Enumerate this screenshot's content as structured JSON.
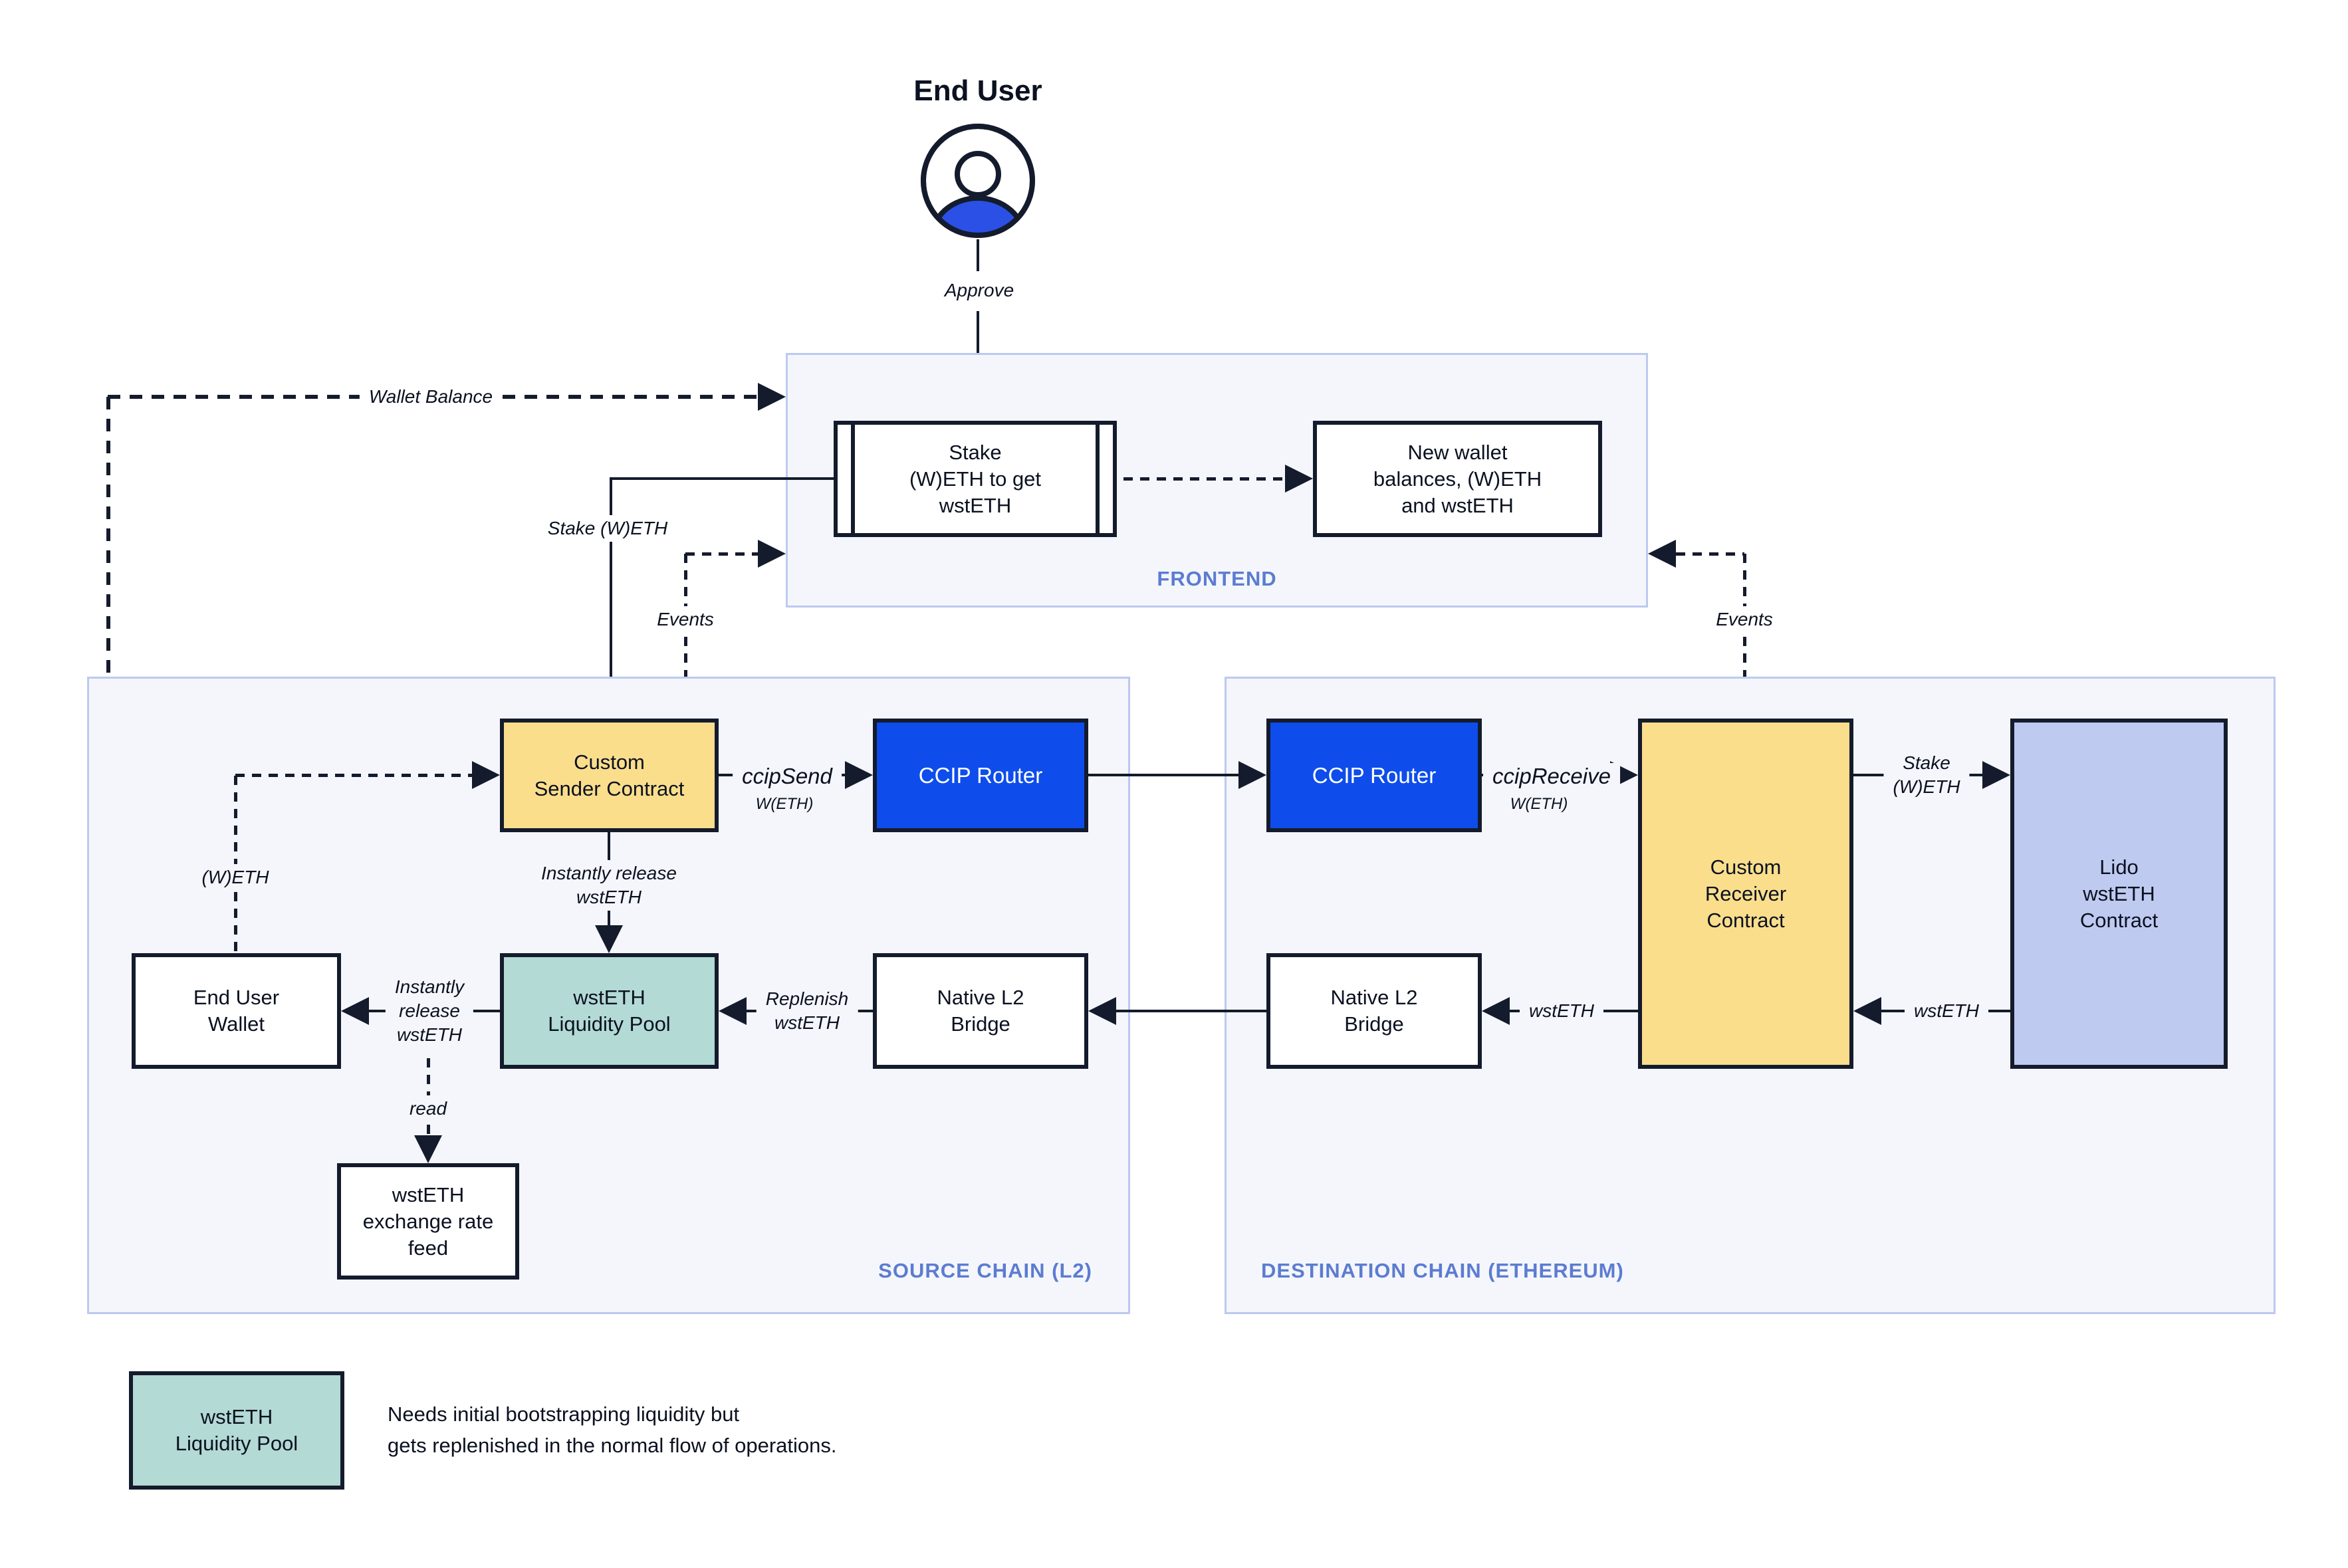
{
  "colors": {
    "ink": "#141B2C",
    "text": "#0B1120",
    "node_yellow": "#FADE8C",
    "node_blue": "#0E4DEB",
    "node_teal": "#B3DAD4",
    "node_lavender": "#BFCAF1",
    "zone_background": "#F4F6FB",
    "zone_border": "#BDC9F0",
    "zone_label_blue": "#5C7CD1",
    "avatar_blue": "#2B50E5"
  },
  "end_user": {
    "title": "End User"
  },
  "frontend": {
    "label": "FRONTEND",
    "stake_box": "Stake\n(W)ETH to get\nwstETH",
    "new_wallet_box": "New wallet\nbalances, (W)ETH\nand wstETH"
  },
  "source_chain": {
    "label": "SOURCE CHAIN (L2)",
    "custom_sender": "Custom\nSender Contract",
    "ccip_router": "CCIP Router",
    "end_user_wallet": "End User\nWallet",
    "liquidity_pool": "wstETH\nLiquidity Pool",
    "native_bridge": "Native L2\nBridge",
    "exchange_feed": "wstETH\nexchange rate\nfeed"
  },
  "destination_chain": {
    "label": "DESTINATION CHAIN (ETHEREUM)",
    "ccip_router": "CCIP Router",
    "custom_receiver": "Custom\nReceiver\nContract",
    "lido_contract": "Lido\nwstETH\nContract",
    "native_bridge": "Native L2\nBridge"
  },
  "edges": {
    "approve": "Approve",
    "wallet_balance": "Wallet Balance",
    "stake_weth": "Stake (W)ETH",
    "events_left": "Events",
    "events_right": "Events",
    "weth": "(W)ETH",
    "ccip_send": "ccipSend",
    "ccip_send_token": "W(ETH)",
    "ccip_receive": "ccipReceive",
    "ccip_receive_token": "W(ETH)",
    "stake_weth_dest": "Stake\n(W)ETH",
    "instantly_release_vertical": "Instantly release\nwstETH",
    "instantly_release_horizontal": "Instantly\nrelease\nwstETH",
    "replenish": "Replenish\nwstETH",
    "wsteth_to_bridge": "wstETH",
    "wsteth_from_lido": "wstETH",
    "read": "read"
  },
  "legend": {
    "swatch_label": "wstETH\nLiquidity Pool",
    "note": "Needs initial bootstrapping liquidity but\ngets replenished in the normal flow of operations."
  }
}
